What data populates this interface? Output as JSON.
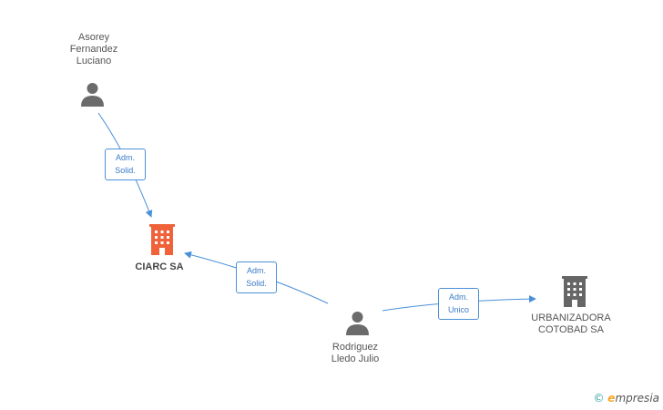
{
  "nodes": {
    "asorey": {
      "label_lines": [
        "Asorey",
        "Fernandez",
        "Luciano"
      ],
      "kind": "person"
    },
    "ciarc": {
      "label": "CIARC SA",
      "kind": "company",
      "color": "#f0623a"
    },
    "rodriguez": {
      "label_lines": [
        "Rodriguez",
        "Lledo Julio"
      ],
      "kind": "person"
    },
    "urbanizadora": {
      "label_lines": [
        "URBANIZADORA",
        "COTOBAD SA"
      ],
      "kind": "company",
      "color": "#666666"
    }
  },
  "edges": {
    "e1": {
      "label_lines": [
        "Adm.",
        "Solid."
      ]
    },
    "e2": {
      "label_lines": [
        "Adm.",
        "Solid."
      ]
    },
    "e3": {
      "label_lines": [
        "Adm.",
        "Unico"
      ]
    }
  },
  "colors": {
    "edge": "#4a90d9",
    "person": "#6b6b6b"
  },
  "footer": {
    "copyright": "©",
    "brand_e": "e",
    "brand_rest": "mpresia"
  }
}
